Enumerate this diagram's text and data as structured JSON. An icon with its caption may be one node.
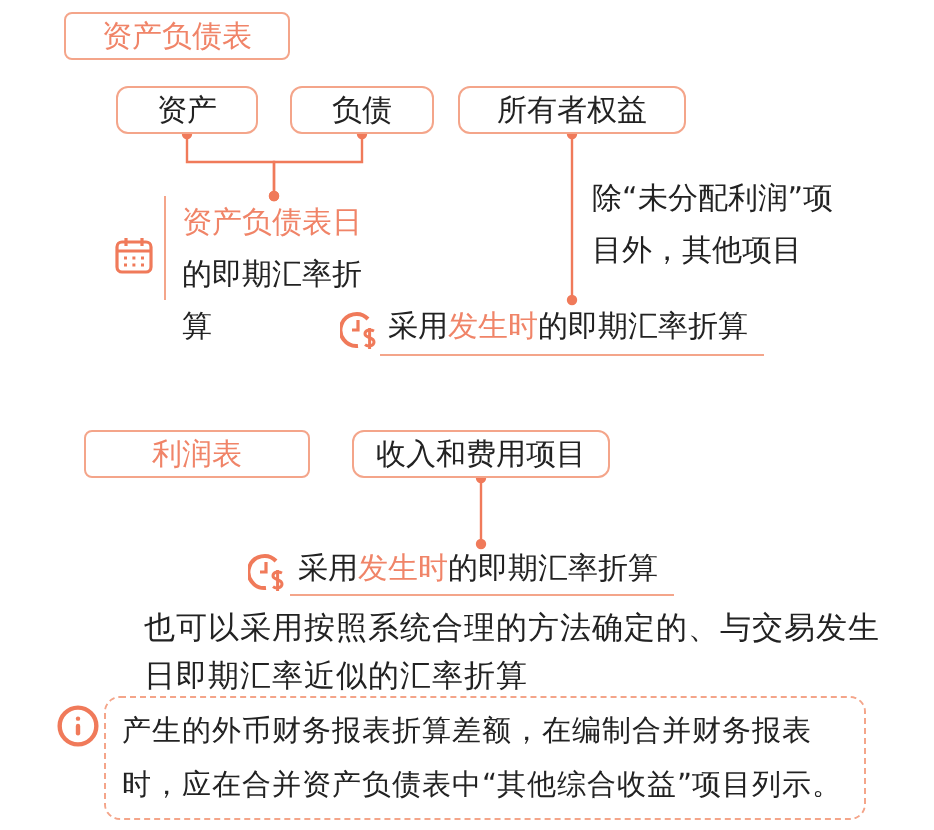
{
  "diagram": {
    "nodes": [
      {
        "text": [
          "资产负债表"
        ]
      },
      {
        "text": [
          "资产"
        ]
      },
      {
        "text": [
          "负债"
        ]
      },
      {
        "text": [
          "所有者权益"
        ]
      },
      {
        "text": [
          "**资产负债表日**的即期汇率折算"
        ]
      },
      {
        "text": [
          "采用**发生时**的即期汇率折算"
        ]
      },
      {
        "text": [
          "利润表"
        ]
      },
      {
        "text": [
          "收入和费用项目"
        ]
      },
      {
        "text": [
          "采用**发生时**的即期汇率折算"
        ]
      },
      {
        "text": [
          "产生的外币财务报表折算差额，在编制合并财务报表时，应在合并资产负债表中“其他综合收益”项目列示。"
        ]
      }
    ],
    "edges": [
      {
        "from": 1,
        "to": 4,
        "arrow": "other"
      },
      {
        "from": 2,
        "to": 4,
        "arrow": "other"
      },
      {
        "from": 3,
        "to": 5,
        "arrow": "other",
        "label": "除“未分配利润”项目外，其他项目"
      },
      {
        "from": 7,
        "to": 8,
        "arrow": "other"
      }
    ],
    "labels": [
      "也可以采用按照系统合理的方法确定的、与交易发生日即期汇率近似的汇率折算"
    ]
  }
}
